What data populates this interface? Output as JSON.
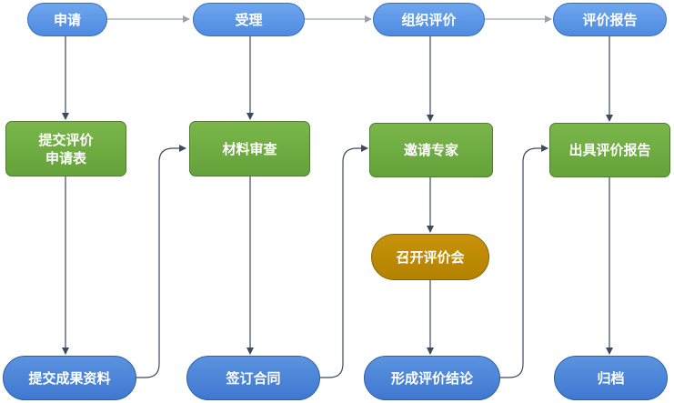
{
  "colors": {
    "header_blue": "#4e8ae0",
    "bottom_blue": "#3f78d0",
    "process_green": "#6aa83f",
    "meeting_gold": "#b88700",
    "arrow_gray": "#9aa2ad",
    "arrow_dark": "#3b4a5e"
  },
  "stages": {
    "apply": "申请",
    "accept": "受理",
    "organize": "组织评价",
    "report": "评价报告"
  },
  "steps": {
    "submit_form": "提交评价\n申请表",
    "review_materials": "材料审查",
    "invite_experts": "邀请专家",
    "hold_meeting": "召开评价会",
    "issue_report": "出具评价报告"
  },
  "outcomes": {
    "submit_results": "提交成果资料",
    "sign_contract": "签订合同",
    "form_conclusion": "形成评价结论",
    "archive": "归档"
  }
}
